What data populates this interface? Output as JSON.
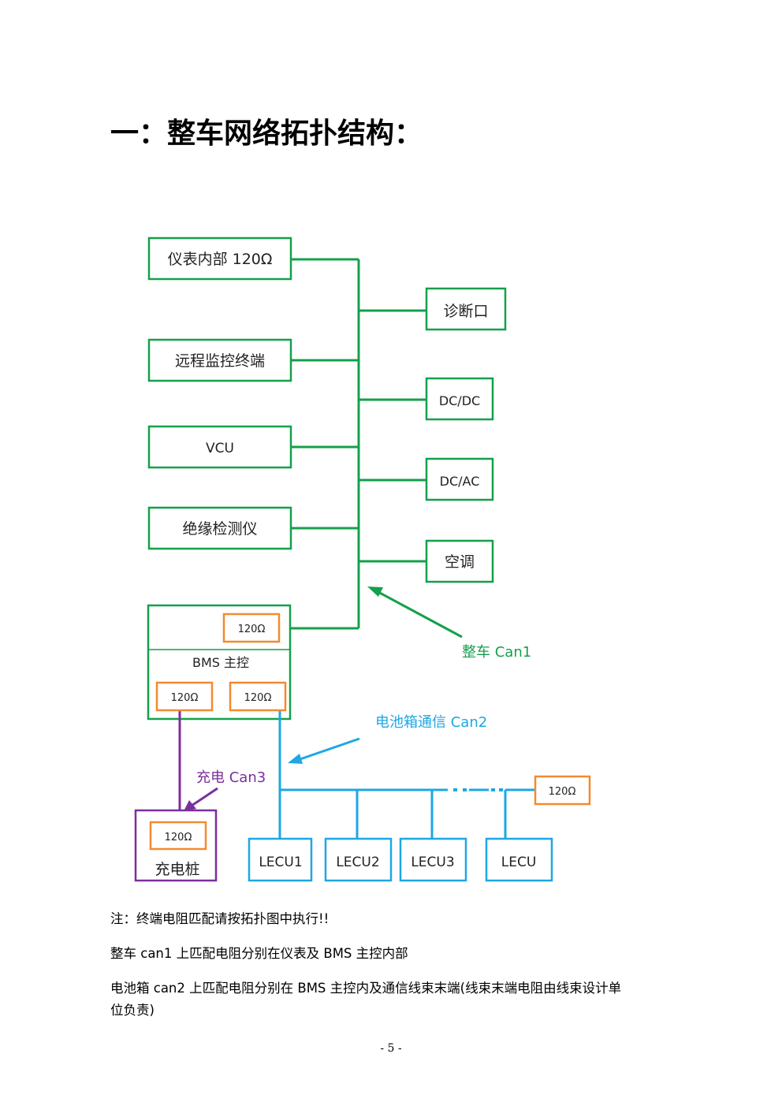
{
  "title": "一：整车网络拓扑结构：",
  "colors": {
    "can1": "#14a04a",
    "can2": "#1ea7e4",
    "can3": "#7b2f9d",
    "resistor": "#f28a30",
    "label_can1": "#14a04a",
    "label_can2": "#1ea7e4",
    "label_can3": "#7b2f9d"
  },
  "nodes": {
    "instrument": "仪表内部 120Ω",
    "remote": "远程监控终端",
    "vcu": "VCU",
    "insulation": "绝缘检测仪",
    "diag": "诊断口",
    "dcdc": "DC/DC",
    "dcac": "DC/AC",
    "ac": "空调",
    "bms": "BMS 主控",
    "charger": "充电桩",
    "lecu1": "LECU1",
    "lecu2": "LECU2",
    "lecu3": "LECU3",
    "lecu": "LECU"
  },
  "resistor_label": "120Ω",
  "labels": {
    "can1": "整车 Can1",
    "can2": "电池箱通信 Can2",
    "can3": "充电 Can3"
  },
  "notes": [
    "注：终端电阻匹配请按拓扑图中执行!!",
    "整车 can1 上匹配电阻分别在仪表及 BMS 主控内部",
    "电池箱 can2 上匹配电阻分别在 BMS 主控内及通信线束末端(线束末端电阻由线束设计单",
    "位负责)"
  ],
  "page_number": "- 5 -"
}
